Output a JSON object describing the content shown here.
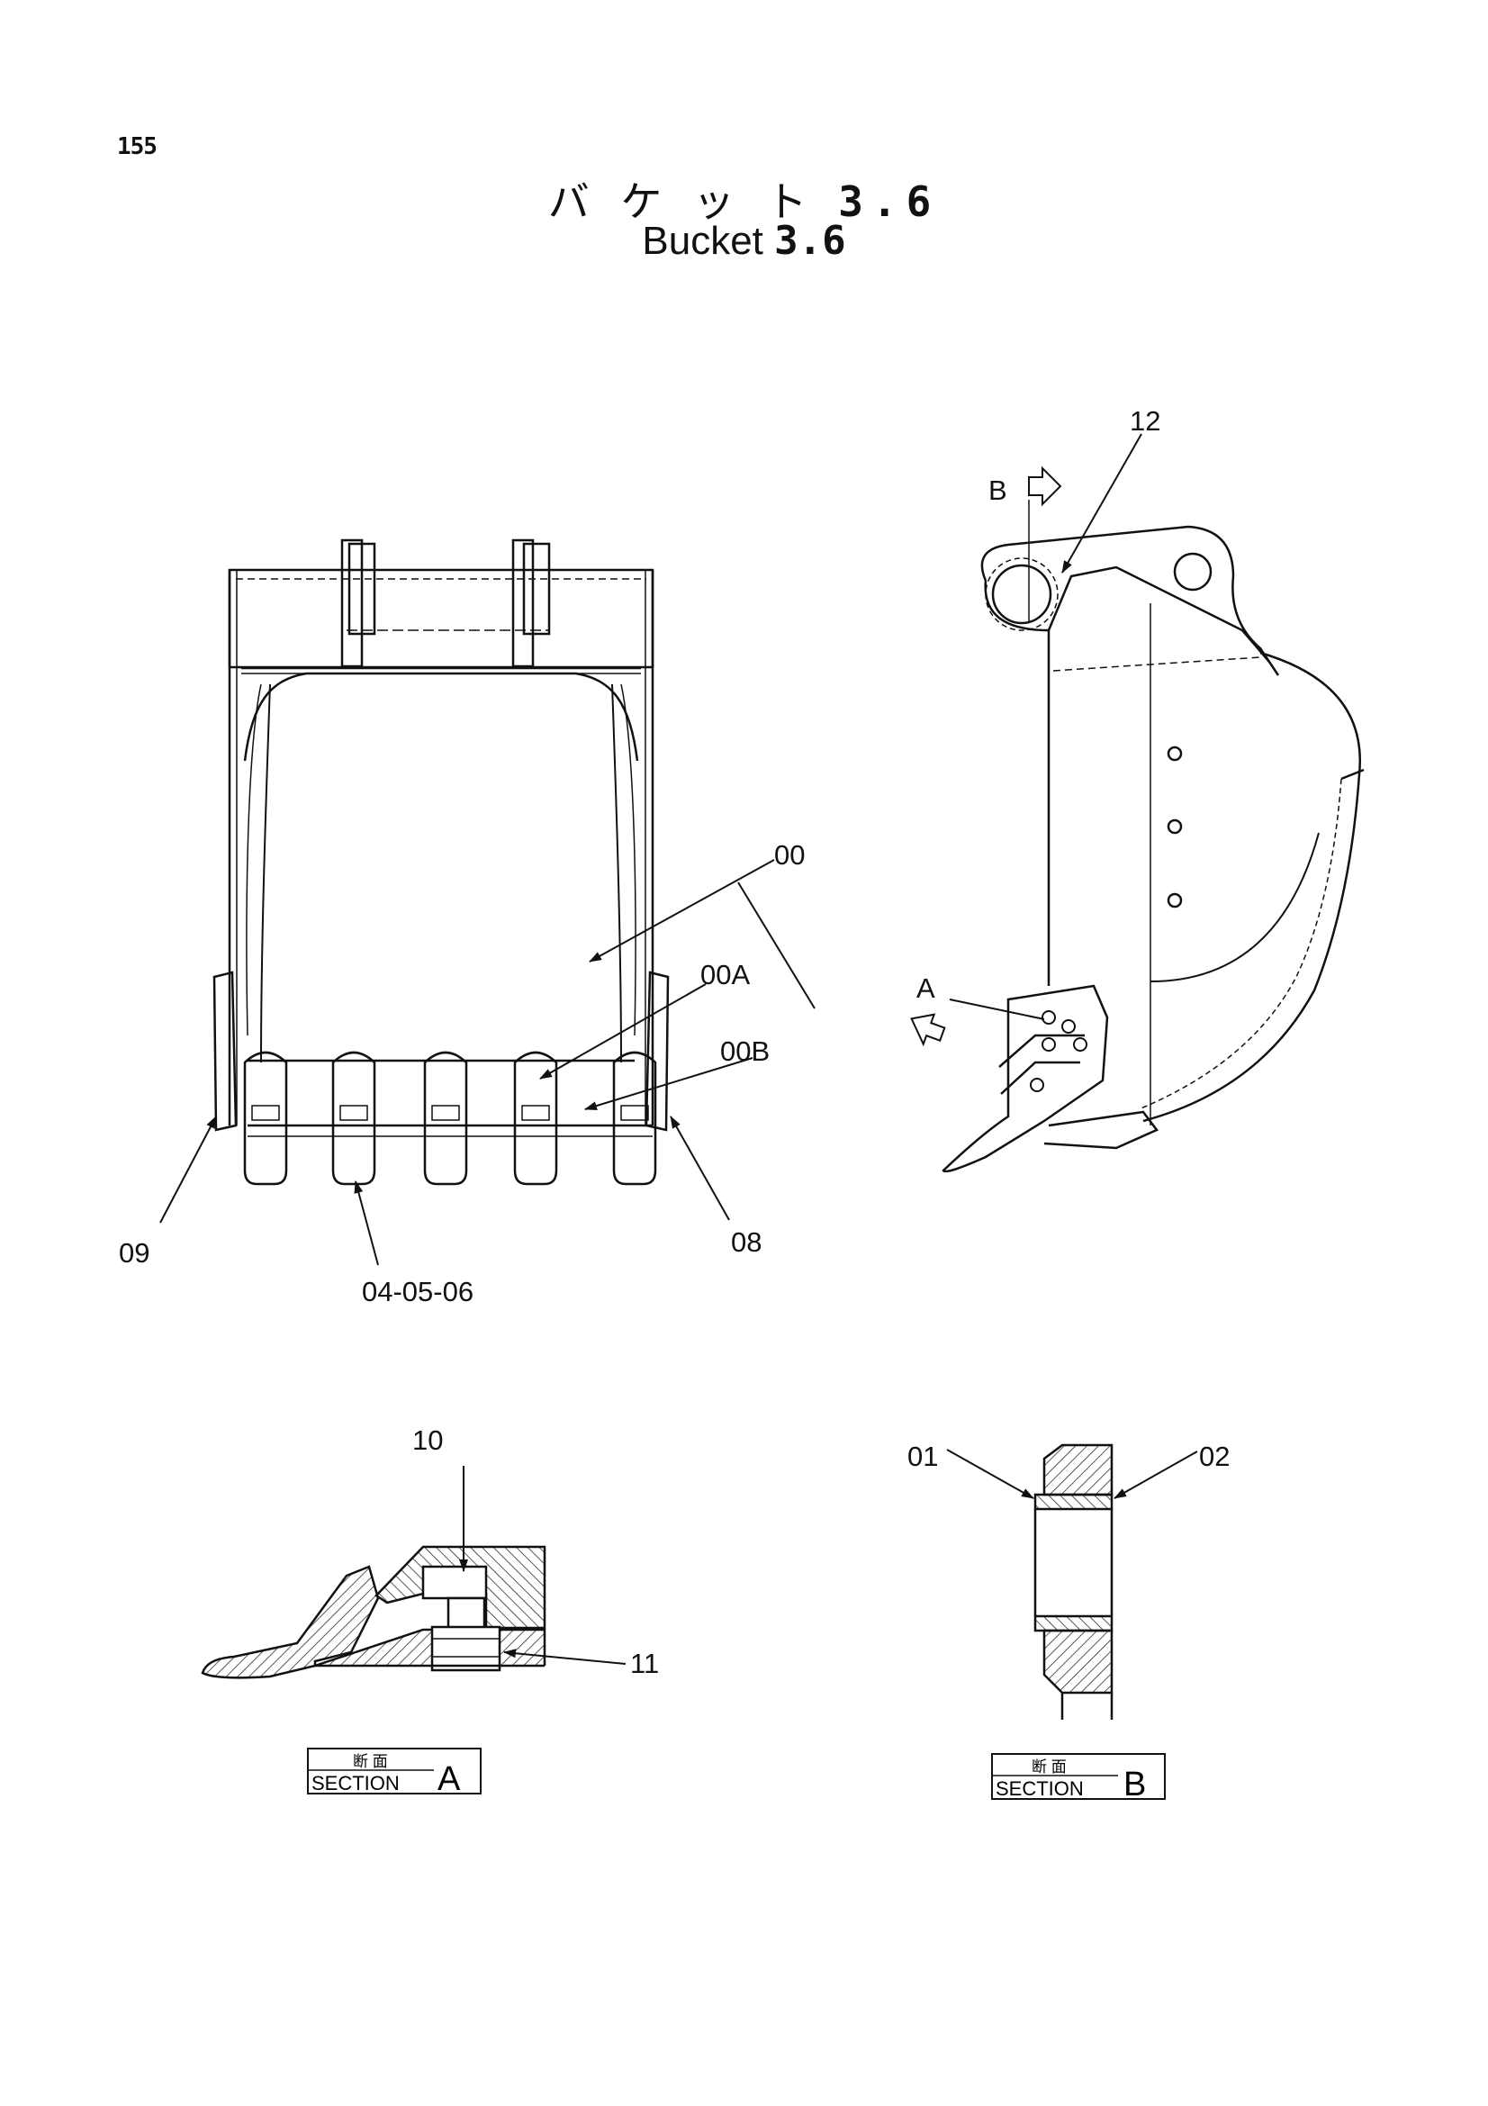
{
  "page_number": "155",
  "title_jp": "バ ケ ッ ト",
  "title_jp_value": "3.6",
  "title_en": "Bucket",
  "title_en_value": "3.6",
  "callouts": {
    "c00": "00",
    "c00a": "00A",
    "c00b": "00B",
    "c09": "09",
    "c08": "08",
    "c040506": "04-05-06",
    "c12": "12",
    "cB": "B",
    "cA": "A",
    "c10": "10",
    "c11": "11",
    "c01": "01",
    "c02": "02"
  },
  "section_a": {
    "jp": "断 面",
    "en": "SECTION",
    "letter": "A"
  },
  "section_b": {
    "jp": "断 面",
    "en": "SECTION",
    "letter": "B"
  }
}
